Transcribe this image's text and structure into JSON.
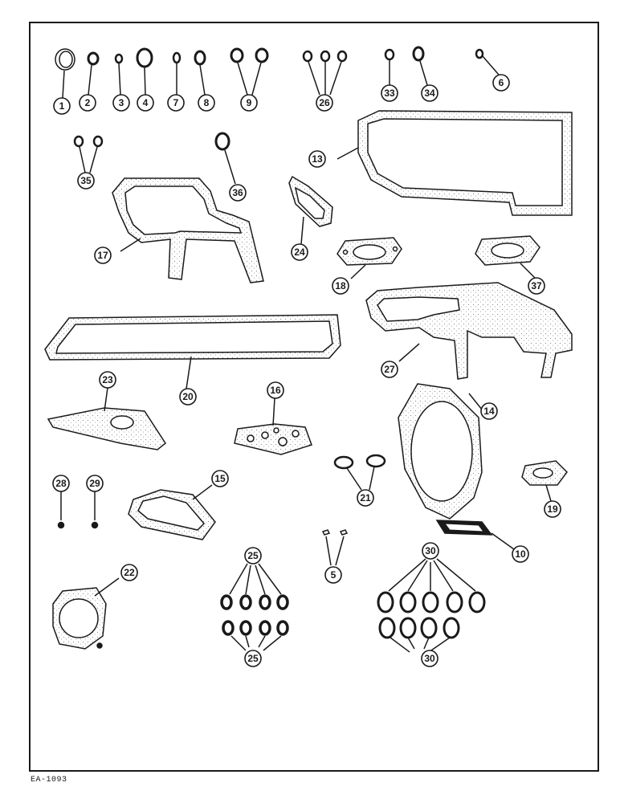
{
  "figure_code": "EA-1093",
  "callouts": [
    "1",
    "2",
    "3",
    "4",
    "7",
    "8",
    "9",
    "26",
    "33",
    "34",
    "6",
    "35",
    "36",
    "13",
    "17",
    "24",
    "18",
    "37",
    "20",
    "27",
    "23",
    "16",
    "14",
    "28",
    "29",
    "15",
    "21",
    "19",
    "5",
    "10",
    "22",
    "25",
    "30"
  ],
  "colors": {
    "ink": "#1a1a1a",
    "paper": "#ffffff",
    "stipple": "#9a9a9a"
  }
}
